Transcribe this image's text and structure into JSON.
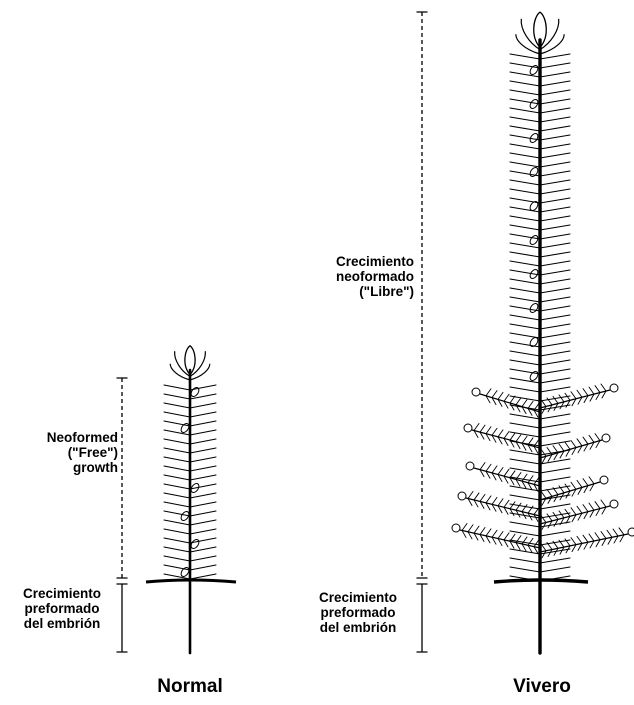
{
  "normal": {
    "neoformed_label": "Neoformed\n(\"Free\")\ngrowth",
    "preformed_label": "Crecimiento\npreformado\ndel embrión",
    "caption": "Normal"
  },
  "vivero": {
    "neoformed_label": "Crecimiento\nneoformado\n(\"Libre\")",
    "preformed_label": "Crecimiento\npreformado\ndel embrión",
    "caption": "Vivero"
  },
  "colors": {
    "ink": "#000000",
    "background": "#ffffff"
  }
}
